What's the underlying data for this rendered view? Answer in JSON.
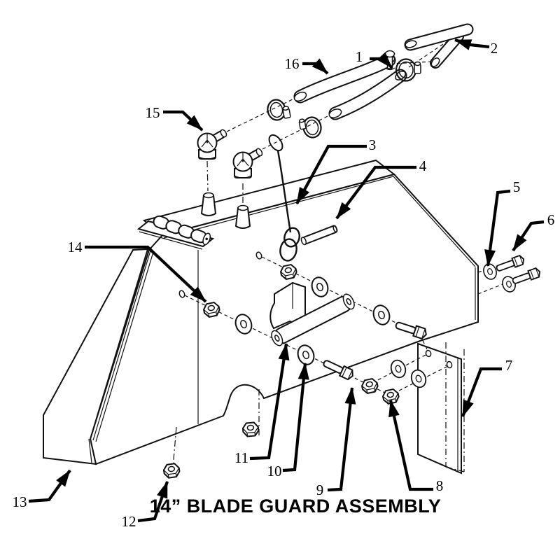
{
  "title": "14” BLADE GUARD ASSEMBLY",
  "diagram": {
    "type": "exploded-parts-diagram",
    "colors": {
      "line": "#111111",
      "leader": "#000000",
      "background": "#ffffff"
    }
  },
  "callouts": [
    {
      "num": "1"
    },
    {
      "num": "2"
    },
    {
      "num": "3"
    },
    {
      "num": "4"
    },
    {
      "num": "5"
    },
    {
      "num": "6"
    },
    {
      "num": "7"
    },
    {
      "num": "8"
    },
    {
      "num": "9"
    },
    {
      "num": "10"
    },
    {
      "num": "11"
    },
    {
      "num": "12"
    },
    {
      "num": "13"
    },
    {
      "num": "14"
    },
    {
      "num": "15"
    },
    {
      "num": "16"
    }
  ]
}
